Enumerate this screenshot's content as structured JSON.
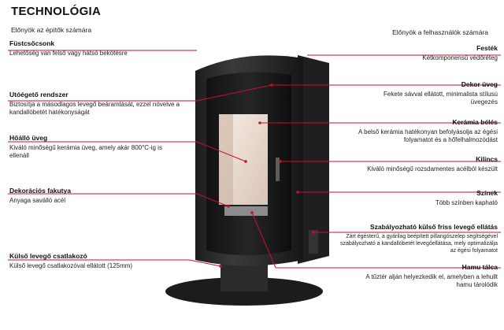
{
  "title": "TECHNOLÓGIA",
  "subtitle_left": "Előnyök az építők számára",
  "subtitle_right": "Előnyök a felhasználók számára",
  "left_features": [
    {
      "heading": "Füstcsőcsonk",
      "desc": "Lehetőség van felső vagy hátsó bekötésre"
    },
    {
      "heading": "Utóégető rendszer",
      "desc": "Biztosítja a másodlagos levegő beáramlását, ezzel növelve a kandallóbetét hatékonyságát"
    },
    {
      "heading": "Hőálló üveg",
      "desc": "Kiváló minőségű kerámia üveg, amely akár 800°C-ig is ellenáll"
    },
    {
      "heading": "Dekorációs fakutya",
      "desc": "Anyaga saválló acél"
    },
    {
      "heading": "Külső levegő csatlakozó",
      "desc": "Külső levegő csatlakozóval ellátott (125mm)"
    }
  ],
  "right_features": [
    {
      "heading": "Festék",
      "desc": "Kétkomponensű védőréteg"
    },
    {
      "heading": "Dekor üveg",
      "desc": "Fekete sávval ellátott, minimalista stílusú üvegezés"
    },
    {
      "heading": "Kerámia bélés",
      "desc": "A belső kerámia hatékonyan befolyásolja az égési folyamatot és a hőfelhalmozódást"
    },
    {
      "heading": "Kilincs",
      "desc": "Kiváló minőségű rozsdamentes acélból készült"
    },
    {
      "heading": "Színek",
      "desc": "Több színben kapható"
    },
    {
      "heading": "Szabályozható külső friss levegő ellátás",
      "desc": "Zárt égésterű, a gyárilag beépített pillangószelep segítségével szabályozható a kandallóbetét levegőellátása, mely optimalizálja az égési folyamatot"
    },
    {
      "heading": "Hamu tálca",
      "desc": "A tűztér alján helyezkedik el, amelyben a lehullt hamu tárolódik"
    }
  ],
  "colors": {
    "accent": "#c8102e",
    "stove": "#2a2a2b",
    "interior": "#efe2d8"
  }
}
